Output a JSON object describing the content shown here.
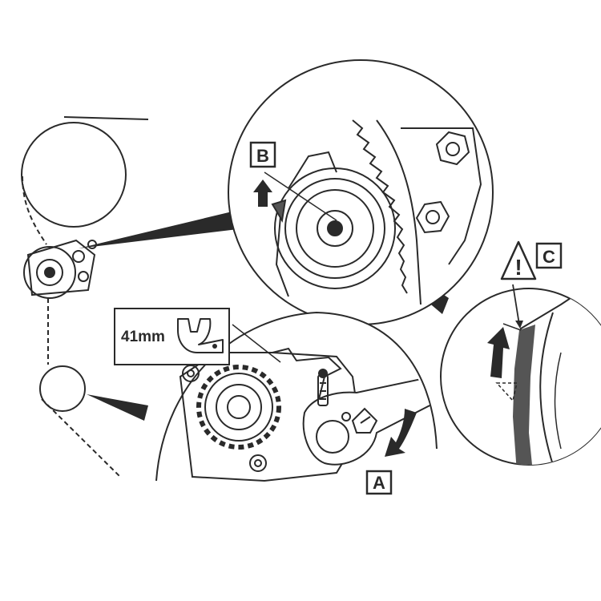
{
  "labels": {
    "a": "A",
    "b": "B",
    "c": "C",
    "wrench_size": "41mm",
    "warning_symbol": "!"
  },
  "icons": {
    "warning": "warning-triangle-icon",
    "wrench": "open-end-wrench-icon",
    "arrow": "rotation-arrow-icon"
  },
  "colors": {
    "ink": "#2a2a2a",
    "fill_dark": "#555555",
    "fill_mid": "#8a8a8a",
    "paper": "#ffffff"
  }
}
